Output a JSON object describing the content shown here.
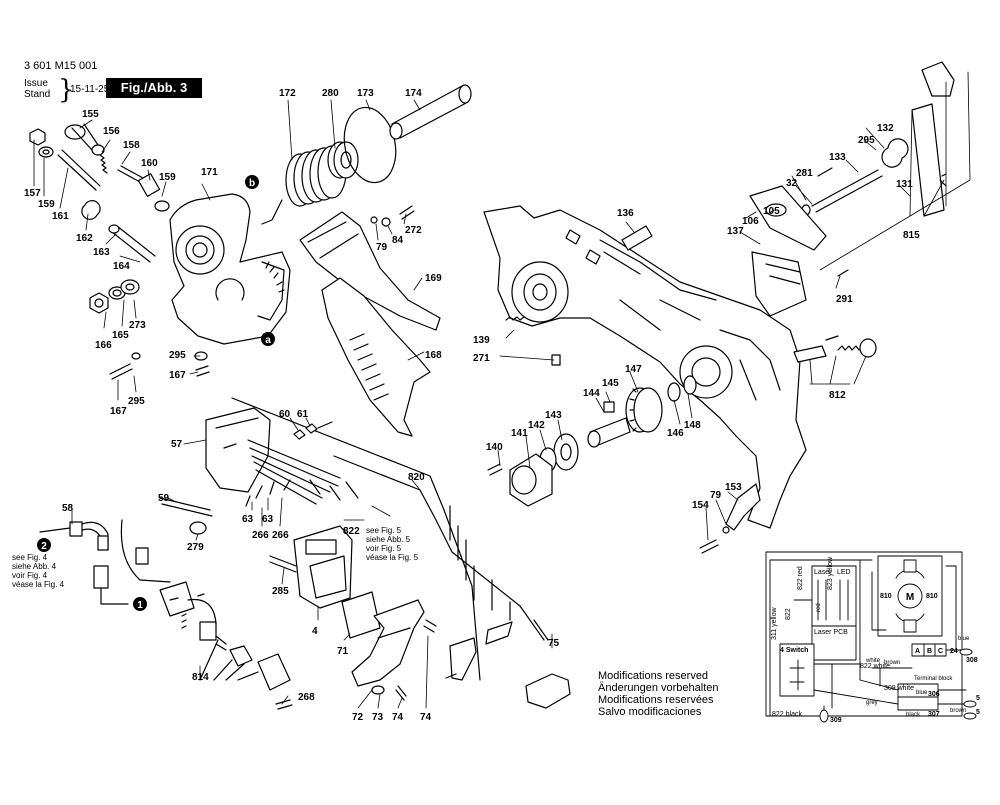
{
  "header": {
    "doc_number": "3 601 M15 001",
    "issue_label": "Issue",
    "stand_label": "Stand",
    "issue_date": "15-11-25",
    "figure_label": "Fig./Abb. 3"
  },
  "modifications_note": [
    "Modifications reserved",
    "Änderungen vorbehalten",
    "Modifications reservées",
    "Salvo modificaciones"
  ],
  "see_fig5_note": [
    "see Fig. 5",
    "siehe Abb. 5",
    "voir Fig. 5",
    "véase la Fig. 5"
  ],
  "see_fig4_note": [
    "see Fig. 4",
    "siehe Abb. 4",
    "voir Fig. 4",
    "véase la Fig. 4"
  ],
  "callout_markers": [
    "a",
    "b",
    "1",
    "2"
  ],
  "part_labels": {
    "p172": "172",
    "p280": "280",
    "p173": "173",
    "p174": "174",
    "p155": "155",
    "p156": "156",
    "p158": "158",
    "p160": "160",
    "p159a": "159",
    "p171": "171",
    "p157": "157",
    "p159b": "159",
    "p161": "161",
    "p162": "162",
    "p163": "163",
    "p164": "164",
    "p165": "165",
    "p166": "166",
    "p273": "273",
    "p295a": "295",
    "p167a": "167",
    "p167b": "167",
    "p295b": "295",
    "p79a": "79",
    "p84": "84",
    "p272": "272",
    "p169": "169",
    "p168": "168",
    "p136": "136",
    "p139": "139",
    "p271": "271",
    "p132": "132",
    "p295c": "295",
    "p133": "133",
    "p281": "281",
    "p32": "32",
    "p105": "105",
    "p106": "106",
    "p137": "137",
    "p131": "131",
    "p815": "815",
    "p291": "291",
    "p812": "812",
    "p147": "147",
    "p145": "145",
    "p144": "144",
    "p143": "143",
    "p142": "142",
    "p141": "141",
    "p140": "140",
    "p146": "146",
    "p148": "148",
    "p153": "153",
    "p79b": "79",
    "p154": "154",
    "p57": "57",
    "p60": "60",
    "p61": "61",
    "p820": "820",
    "p59": "59",
    "p58": "58",
    "p63a": "63",
    "p63b": "63",
    "p266a": "266",
    "p266b": "266",
    "p822": "822",
    "p279": "279",
    "p285": "285",
    "p4": "4",
    "p71": "71",
    "p75": "75",
    "p814": "814",
    "p268": "268",
    "p72": "72",
    "p73": "73",
    "p74a": "74",
    "p74b": "74"
  },
  "wiring": {
    "motor_label": "M",
    "motor_terminal_left": "810",
    "motor_terminal_right": "810",
    "laser_label": "Laser",
    "led_label": "LED",
    "laser_pcb_label": "Laser PCB",
    "switch_label": "4 Switch",
    "terminal_label": "Terminal block",
    "cap_a": "A",
    "cap_b": "B",
    "cap_c": "C",
    "cap_24": "24",
    "w822_red": "822 red",
    "w823_yellow": "823 yellow",
    "w311_yellow": "311 yellow",
    "w822_left": "822",
    "w822_white": "822 white",
    "w309_white": "309 white",
    "w822_black": "822 black",
    "w309_bottom": "309",
    "w308": "308",
    "w5a": "5",
    "w5b": "5",
    "w306": "306",
    "w307": "307",
    "blue": "blue",
    "brown": "brown",
    "white": "white",
    "black": "black",
    "grey": "grey",
    "red": "red",
    "terminal_short": "blue",
    "brown2": "brown"
  }
}
